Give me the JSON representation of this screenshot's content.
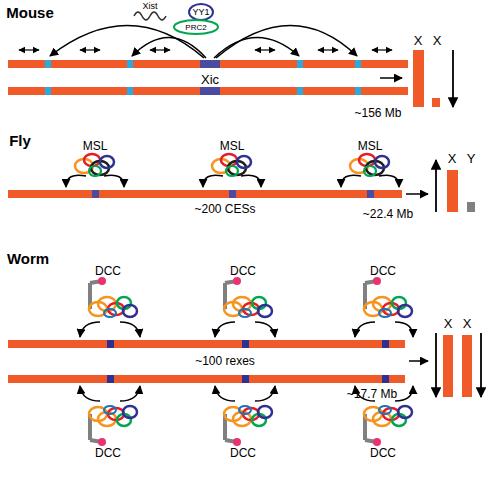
{
  "diagram": {
    "labels": [
      "Mouse",
      "Xist",
      "YY1",
      "PRC2",
      "Xic",
      "~156 Mb",
      "X",
      "X",
      "Fly",
      "MSL",
      "MSL",
      "MSL",
      "~200 CESs",
      "~22.4 Mb",
      "X",
      "Y",
      "Worm",
      "DCC",
      "DCC",
      "DCC",
      "~100 rexes",
      "DCC",
      "DCC",
      "DCC",
      "~17.7 Mb",
      "X",
      "X"
    ]
  }
}
